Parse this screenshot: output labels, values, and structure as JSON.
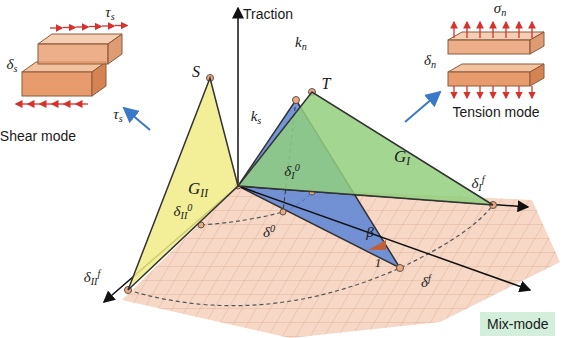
{
  "diagram": {
    "nodes": [
      {
        "text": [
          "GII"
        ]
      },
      {
        "text": [
          "GI"
        ]
      },
      {
        "text": [
          "Mix-mode"
        ]
      }
    ],
    "labels": [
      "Traction",
      "S",
      "T",
      "kn",
      "ks",
      "δI0",
      "δ0",
      "δII0",
      "δIIf",
      "δIf",
      "δf",
      "β",
      "1",
      "Shear mode",
      "τs",
      "τs",
      "δs",
      "Tension mode",
      "σn",
      "δn"
    ]
  }
}
